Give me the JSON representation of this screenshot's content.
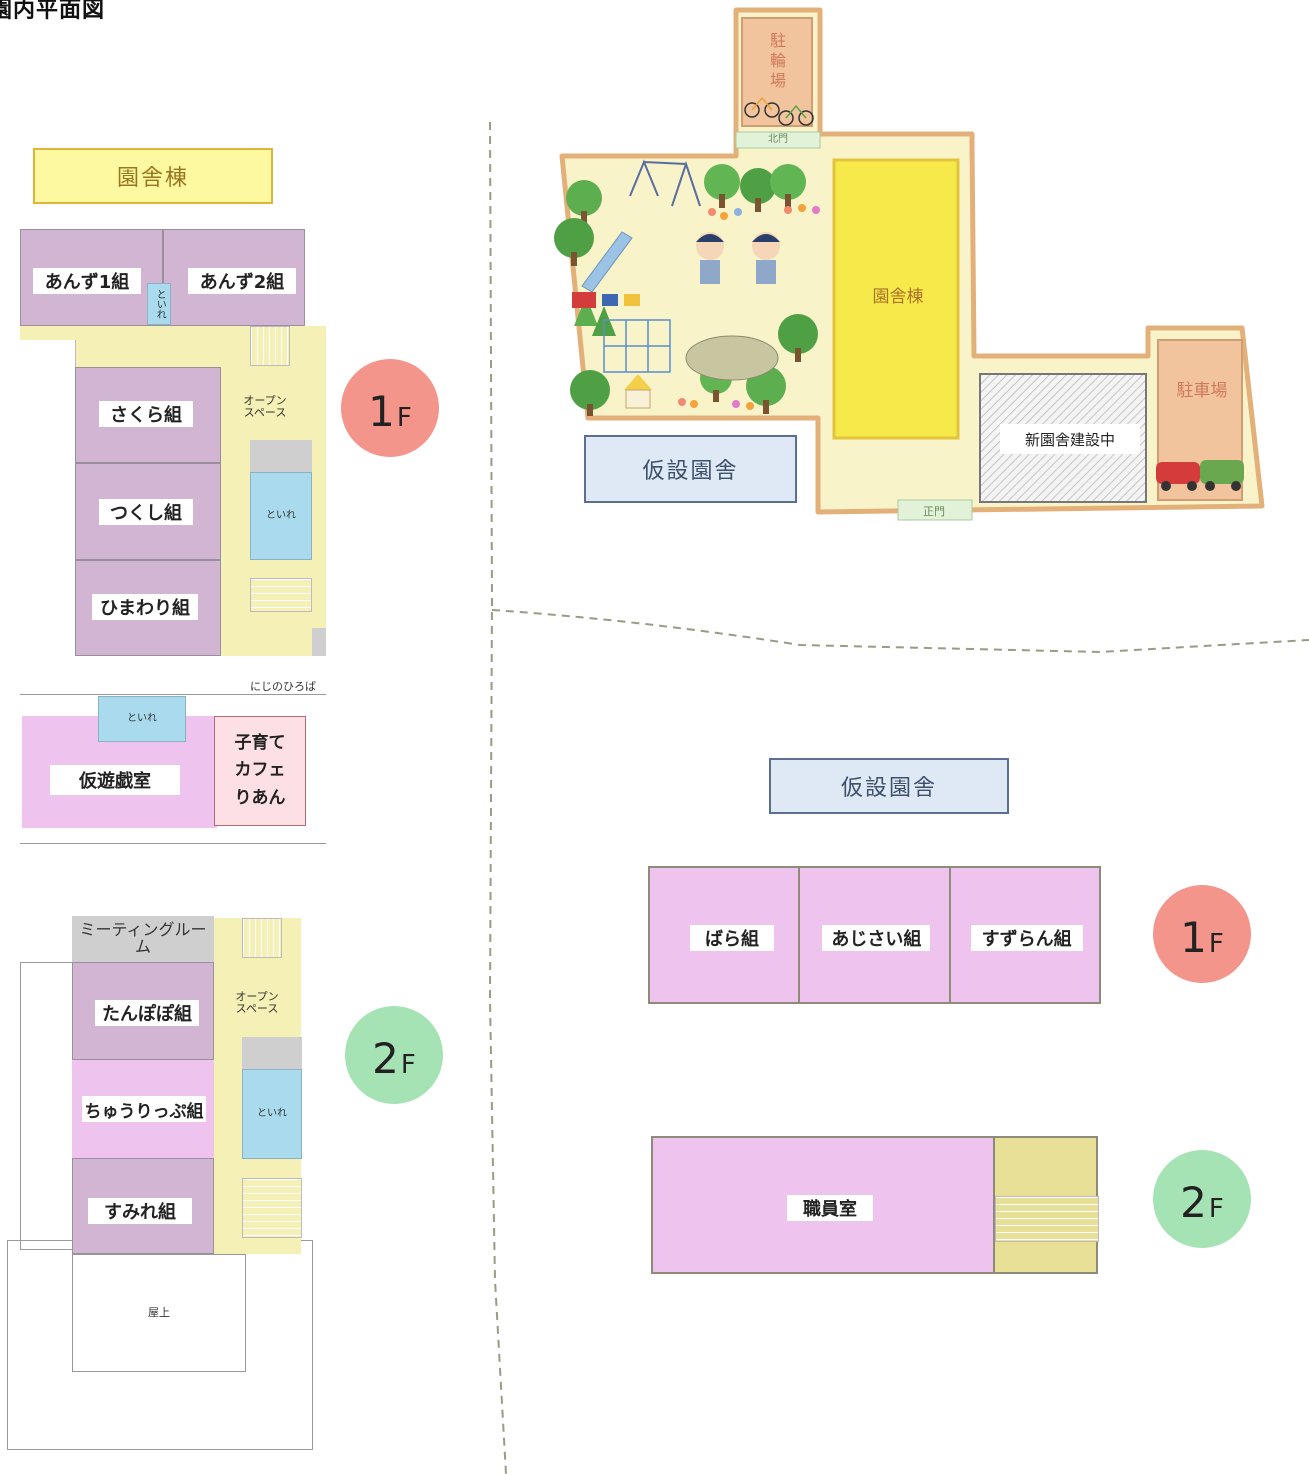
{
  "page": {
    "title": "園内平面図"
  },
  "main_building": {
    "title": "園舎棟",
    "floor1": {
      "badge": {
        "num": "1",
        "unit": "F"
      },
      "rooms": {
        "anzu1": "あんず1組",
        "anzu2": "あんず2組",
        "toilet_top": "といれ",
        "open_space": "オープン\nスペース",
        "sakura": "さくら組",
        "tsukushi": "つくし組",
        "himawari": "ひまわり組",
        "toilet_right": "といれ",
        "niji": "にじのひろば",
        "toilet_bottom": "といれ",
        "playroom": "仮遊戯室",
        "cafe": "子育て\nカフェ\nりあん"
      }
    },
    "floor2": {
      "badge": {
        "num": "2",
        "unit": "F"
      },
      "rooms": {
        "meeting": "ミーティングルーム",
        "open_space": "オープン\nスペース",
        "tanpopo": "たんぽぽ組",
        "tulip": "ちゅうりっぷ組",
        "toilet": "といれ",
        "sumire": "すみれ組",
        "rooftop": "屋上"
      }
    }
  },
  "site_map": {
    "bicycle_parking": "駐\n輪\n場",
    "north_gate": "北門",
    "main_building_label": "園舎棟",
    "temp_building_label": "仮設園舎",
    "construction": "新園舎建設中",
    "car_parking": "駐車場",
    "main_gate": "正門"
  },
  "temp_building": {
    "title": "仮設園舎",
    "floor1": {
      "badge": {
        "num": "1",
        "unit": "F"
      },
      "rooms": {
        "bara": "ばら組",
        "ajisai": "あじさい組",
        "suzuran": "すずらん組"
      }
    },
    "floor2": {
      "badge": {
        "num": "2",
        "unit": "F"
      },
      "rooms": {
        "staff": "職員室"
      }
    }
  },
  "colors": {
    "room_purple": "#d1b5d3",
    "room_pink": "#eec3ee",
    "open_space": "#f5f0b5",
    "toilet": "#a9daee",
    "badge_1f": "#f4958c",
    "badge_2f": "#a5e3b5",
    "main_building_fill": "#f7e94a"
  }
}
